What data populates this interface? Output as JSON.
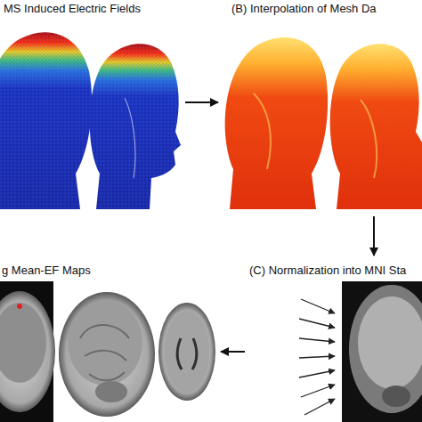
{
  "diagram": {
    "nodes": [
      {
        "text": [
          "MS Induced Electric Fields"
        ]
      },
      {
        "text": [
          "(B) Interpolation of Mesh Da"
        ]
      },
      {
        "text": [
          "g Mean-EF Maps"
        ]
      },
      {
        "text": [
          "(C) Normalization into MNI Sta"
        ]
      }
    ],
    "edges": [
      {
        "from": 0,
        "to": 1,
        "arrow": "to"
      },
      {
        "from": 1,
        "to": 3,
        "arrow": "to"
      },
      {
        "from": 3,
        "to": 2,
        "arrow": "to"
      }
    ]
  }
}
